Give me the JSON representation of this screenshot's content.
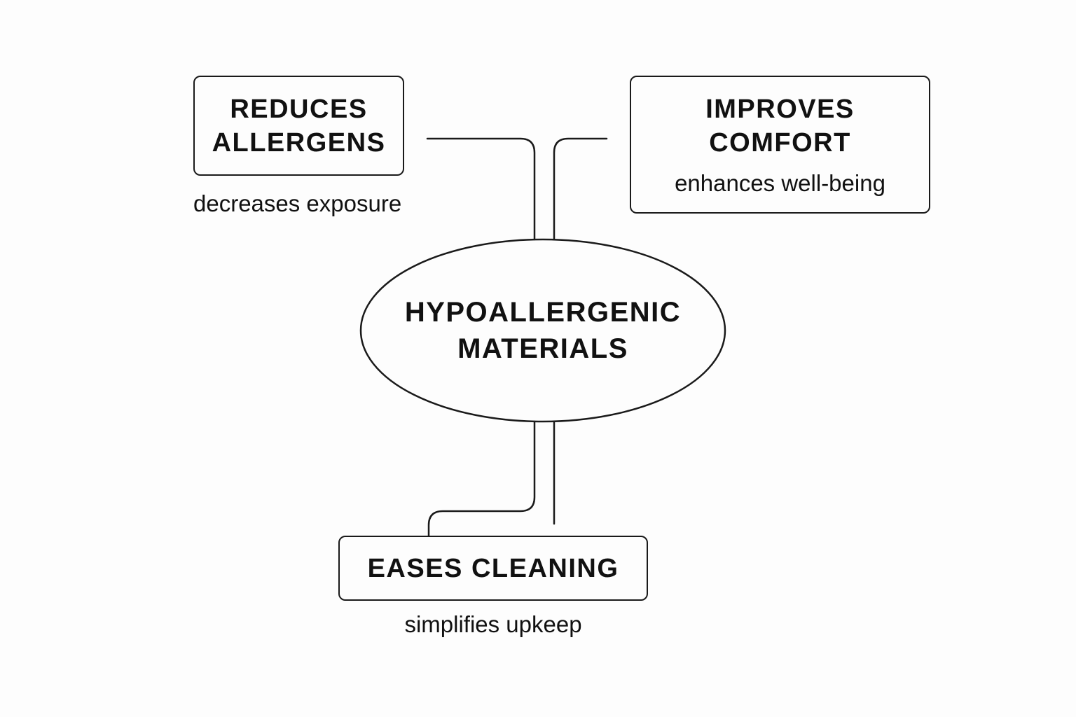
{
  "center": {
    "line1": "HYPOALLERGENIC",
    "line2": "MATERIALS"
  },
  "nodes": {
    "reduces_allergens": {
      "line1": "REDUCES",
      "line2": "ALLERGENS",
      "caption": "decreases exposure"
    },
    "improves_comfort": {
      "line1": "IMPROVES",
      "line2": "COMFORT",
      "subtitle": "enhances well-being"
    },
    "eases_cleaning": {
      "title": "EASES CLEANING",
      "caption": "simplifies upkeep"
    }
  },
  "colors": {
    "stroke": "#1a1a1a",
    "background": "#fdfdfd"
  }
}
